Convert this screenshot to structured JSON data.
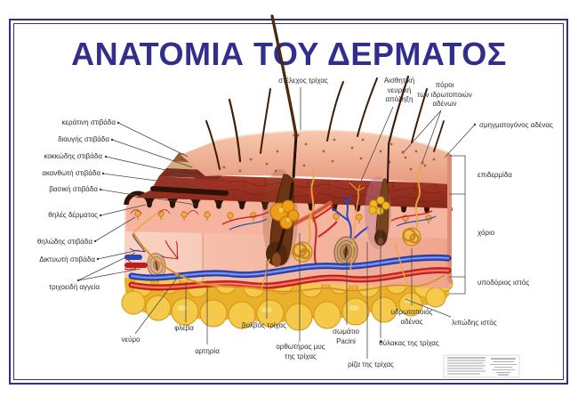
{
  "title": "ΑΝΑΤΟΜΙΑ ΤΟΥ ΔΕΡΜΑΤΟΣ",
  "labels": {
    "hair_shaft": "στέλεχος τρίχας",
    "sensory_nerve_ending": "Αισθητική\nνευρική\nαπόληξη",
    "sweat_gland_pores": "πόροι\nτων ιδρωτοποιών\nαδένων",
    "sebaceous_gland": "σμηγματογόνος αδένας",
    "epidermis": "επιδερμίδα",
    "dermis": "χόριο",
    "hypodermis": "υποδόριος ιστός",
    "adipose_tissue": "λιπώδης ιστός",
    "stratum_corneum": "κεράτινη στιβάδα",
    "stratum_lucidum": "διαυγής στιβάδα",
    "stratum_granulosum": "κοκκώδης στιβάδα",
    "stratum_spinosum": "ακανθωτή στιβάδα",
    "stratum_basale": "βασική στιβάδα",
    "dermal_papillae": "θηλές δέρματος",
    "papillary_layer": "θηλώδης στιβάδα",
    "reticular_layer": "Δικτυωτή στιβάδα",
    "capillary_vessels": "τριχοειδή αγγεία",
    "nerve": "νεύρο",
    "vein": "φλέβα",
    "artery": "αρτηρία",
    "hair_bulb": "βολβός τρίχας",
    "arrector_pili_muscle": "ορθωτήρας μυς\nτης τρίχας",
    "pacinian_corpuscle": "σωμάτιο\nPacini",
    "hair_root": "ρίζα της τρίχας",
    "hair_follicle": "θύλακας της τρίχας",
    "sweat_gland": "υδρωτοποιός\nαδένας"
  },
  "colors": {
    "frame": "#312e8c",
    "title_text": "#322e8d",
    "label_text": "#2e2e2e",
    "leader_line": "#4a4a4a",
    "skin_surface": "#eda78c",
    "epidermis_band": "#9c3124",
    "dermis_pink": "#f5b4a2",
    "fat_yellow": "#f2c23e",
    "artery_red": "#cf2020",
    "vein_blue": "#2a46bc",
    "nerve_orange": "#eda63c",
    "hair_brown": "#3f1d06"
  }
}
